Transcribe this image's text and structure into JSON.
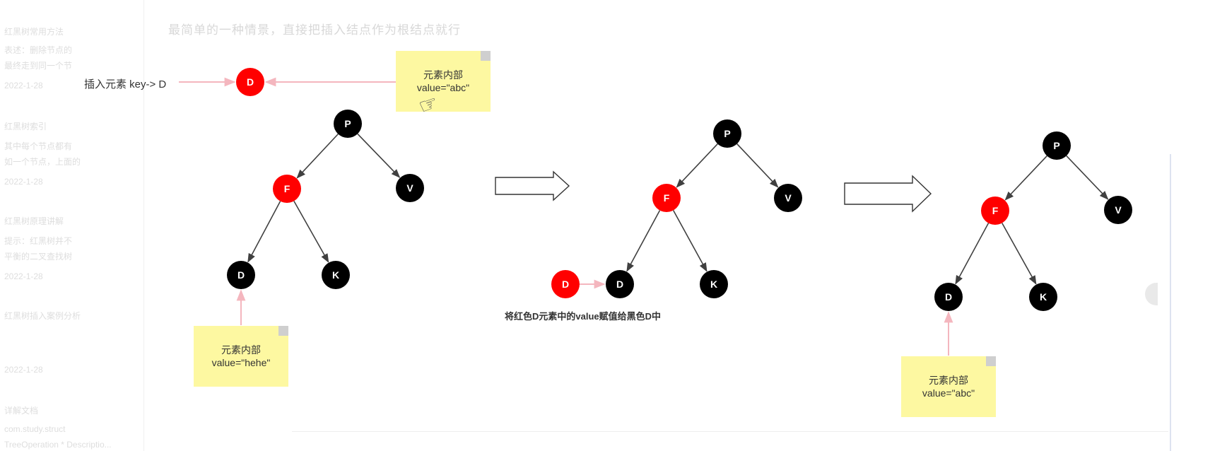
{
  "header": {
    "ghost_text": "最简单的一种情景，直接把插入结点作为根结点就行"
  },
  "sidebar": {
    "items": [
      "红黑树常用方法",
      "表述：删除节点的",
      "最终走到同一个节",
      "2022-1-28",
      "红黑树索引",
      "其中每个节点都有",
      "如一个节点，上面的",
      "2022-1-28",
      "红黑树原理讲解",
      "提示：红黑树并不",
      "平衡的二叉查找树",
      "2022-1-28",
      "红黑树插入案例分析",
      "2022-1-28",
      "详解文档",
      "com.study.struct",
      "TreeOperation * Descriptio..."
    ]
  },
  "insert_label": "插入元素 key-> D",
  "caption": "将红色D元素中的value赋值给黑色D中",
  "notes": {
    "top": {
      "line1": "元素内部",
      "line2": "value=\"abc\""
    },
    "left": {
      "line1": "元素内部",
      "line2": "value=\"hehe\""
    },
    "right": {
      "line1": "元素内部",
      "line2": "value=\"abc\""
    }
  },
  "trees": [
    {
      "nodes": [
        {
          "key": "P",
          "color": "black"
        },
        {
          "key": "F",
          "color": "red"
        },
        {
          "key": "V",
          "color": "black"
        },
        {
          "key": "D",
          "color": "black"
        },
        {
          "key": "K",
          "color": "black"
        }
      ]
    },
    {
      "nodes": [
        {
          "key": "P",
          "color": "black"
        },
        {
          "key": "F",
          "color": "red"
        },
        {
          "key": "V",
          "color": "black"
        },
        {
          "key": "D",
          "color": "black"
        },
        {
          "key": "K",
          "color": "black"
        }
      ]
    },
    {
      "nodes": [
        {
          "key": "P",
          "color": "black"
        },
        {
          "key": "F",
          "color": "red"
        },
        {
          "key": "V",
          "color": "black"
        },
        {
          "key": "D",
          "color": "black"
        },
        {
          "key": "K",
          "color": "black"
        }
      ]
    }
  ],
  "inserted_node": {
    "key": "D",
    "color": "red"
  },
  "second_inserted_node": {
    "key": "D",
    "color": "red"
  },
  "colors": {
    "red": "#ff0000",
    "black": "#000000",
    "pink_arrow": "#f4b6be",
    "note": "#fdf8a1"
  }
}
